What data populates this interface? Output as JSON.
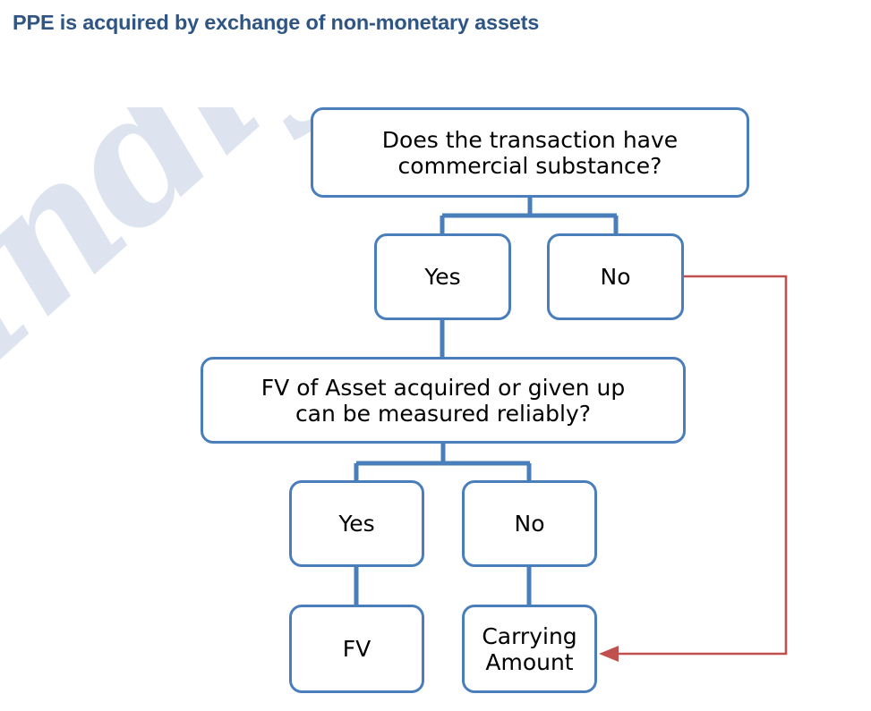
{
  "page": {
    "title": "PPE is acquired by exchange of non-monetary assets",
    "watermark": "Indigo",
    "colors": {
      "title": "#2e5584",
      "box_border": "#4a7ebb",
      "connector_blue": "#4a7ebb",
      "connector_red": "#c0504d",
      "watermark": "#dde4ef",
      "background": "#ffffff"
    }
  },
  "chart_data": {
    "type": "diagram",
    "diagram_kind": "decision-flowchart",
    "nodes": [
      {
        "id": "q1",
        "label": "Does the transaction have commercial substance?",
        "kind": "decision"
      },
      {
        "id": "q1_yes",
        "label": "Yes",
        "kind": "branch"
      },
      {
        "id": "q1_no",
        "label": "No",
        "kind": "branch"
      },
      {
        "id": "q2",
        "label": "FV of Asset acquired or given up can be measured reliably?",
        "kind": "decision"
      },
      {
        "id": "q2_yes",
        "label": "Yes",
        "kind": "branch"
      },
      {
        "id": "q2_no",
        "label": "No",
        "kind": "branch"
      },
      {
        "id": "fv",
        "label": "FV",
        "kind": "outcome"
      },
      {
        "id": "carry",
        "label": "Carrying Amount",
        "kind": "outcome"
      }
    ],
    "edges": [
      {
        "from": "q1",
        "to": "q1_yes",
        "color": "#4a7ebb",
        "arrow": false
      },
      {
        "from": "q1",
        "to": "q1_no",
        "color": "#4a7ebb",
        "arrow": false
      },
      {
        "from": "q1_yes",
        "to": "q2",
        "color": "#4a7ebb",
        "arrow": false
      },
      {
        "from": "q2",
        "to": "q2_yes",
        "color": "#4a7ebb",
        "arrow": false
      },
      {
        "from": "q2",
        "to": "q2_no",
        "color": "#4a7ebb",
        "arrow": false
      },
      {
        "from": "q2_yes",
        "to": "fv",
        "color": "#4a7ebb",
        "arrow": false
      },
      {
        "from": "q2_no",
        "to": "carry",
        "color": "#4a7ebb",
        "arrow": false
      },
      {
        "from": "q1_no",
        "to": "carry",
        "color": "#c0504d",
        "arrow": true
      }
    ]
  },
  "nodes": {
    "q1_line1": "Does the transaction have",
    "q1_line2": "commercial substance?",
    "q1_yes": "Yes",
    "q1_no": "No",
    "q2_line1": "FV of Asset acquired or given up",
    "q2_line2": "can be measured reliably?",
    "q2_yes": "Yes",
    "q2_no": "No",
    "fv": "FV",
    "carry_line1": "Carrying",
    "carry_line2": "Amount"
  }
}
